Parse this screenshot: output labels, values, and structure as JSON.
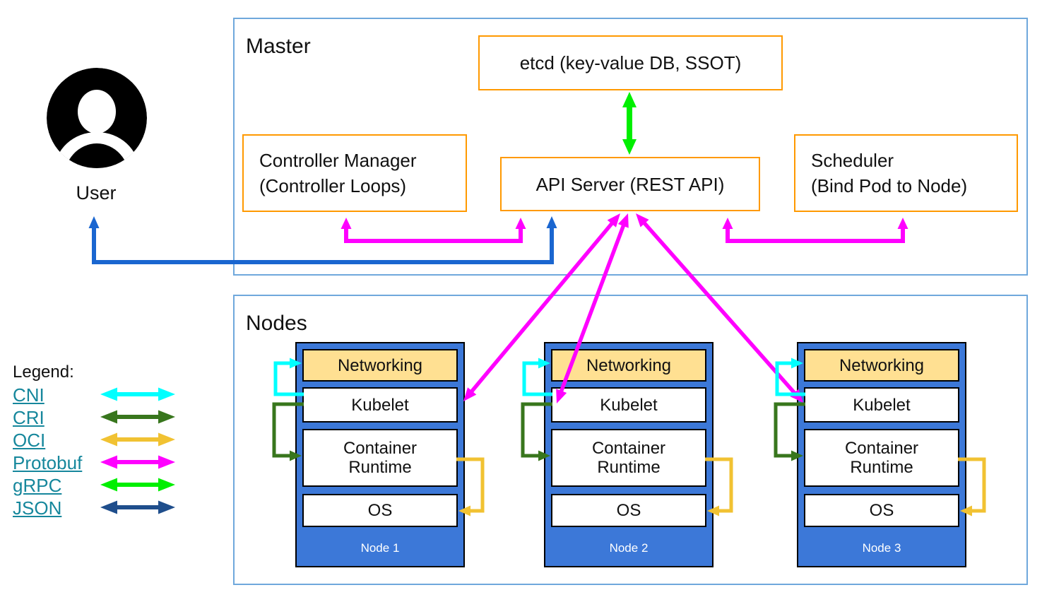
{
  "master": {
    "title": "Master",
    "etcd_label": "etcd (key-value DB, SSOT)",
    "api_server_label": "API Server (REST API)",
    "controller_manager_line1": "Controller Manager",
    "controller_manager_line2": "(Controller Loops)",
    "scheduler_line1": "Scheduler",
    "scheduler_line2": "(Bind Pod to Node)"
  },
  "user": {
    "label": "User"
  },
  "nodes_section": {
    "title": "Nodes"
  },
  "nodes": [
    {
      "networking": "Networking",
      "kubelet": "Kubelet",
      "runtime": "Container Runtime",
      "os": "OS",
      "label": "Node 1"
    },
    {
      "networking": "Networking",
      "kubelet": "Kubelet",
      "runtime": "Container Runtime",
      "os": "OS",
      "label": "Node 2"
    },
    {
      "networking": "Networking",
      "kubelet": "Kubelet",
      "runtime": "Container Runtime",
      "os": "OS",
      "label": "Node 3"
    }
  ],
  "legend": {
    "title": "Legend:",
    "items": [
      {
        "label": "CNI",
        "color": "#00ffff"
      },
      {
        "label": "CRI",
        "color": "#38761d"
      },
      {
        "label": "OCI",
        "color": "#f1c232"
      },
      {
        "label": "Protobuf",
        "color": "#ff00ff"
      },
      {
        "label": "gRPC",
        "color": "#00ef00"
      },
      {
        "label": "JSON",
        "color": "#1f4e8c"
      }
    ]
  },
  "colors": {
    "master_border": "#6fa8dc",
    "box_border": "#ff9900",
    "node_fill": "#3c78d8",
    "networking_fill": "#ffe092",
    "link_text": "#16879c",
    "cni": "#00ffff",
    "cri": "#38761d",
    "oci": "#f1c232",
    "protobuf": "#ff00ff",
    "grpc": "#00ef00",
    "json_flow": "#1a66d0"
  }
}
